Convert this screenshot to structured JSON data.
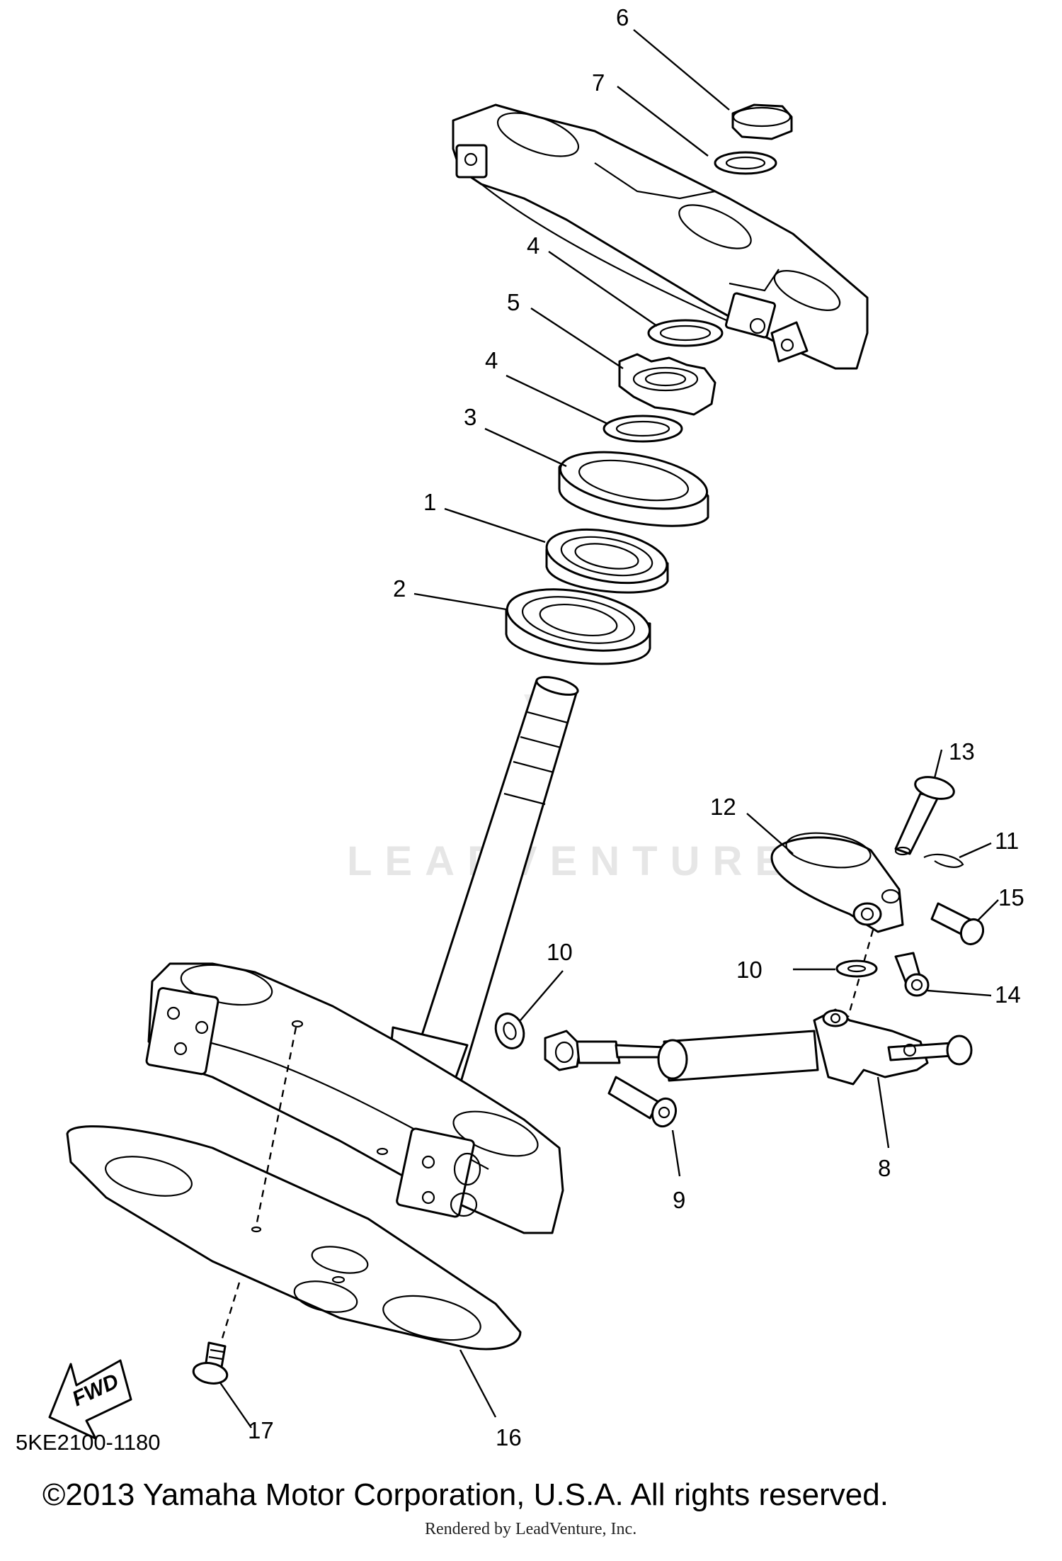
{
  "watermark": "LEADVENTURE",
  "fwd_label": "FWD",
  "callouts": [
    {
      "id": "c6",
      "label": "6"
    },
    {
      "id": "c7",
      "label": "7"
    },
    {
      "id": "c4a",
      "label": "4"
    },
    {
      "id": "c5",
      "label": "5"
    },
    {
      "id": "c4b",
      "label": "4"
    },
    {
      "id": "c3",
      "label": "3"
    },
    {
      "id": "c1",
      "label": "1"
    },
    {
      "id": "c2",
      "label": "2"
    },
    {
      "id": "c13",
      "label": "13"
    },
    {
      "id": "c12",
      "label": "12"
    },
    {
      "id": "c11",
      "label": "11"
    },
    {
      "id": "c15",
      "label": "15"
    },
    {
      "id": "c10a",
      "label": "10"
    },
    {
      "id": "c10b",
      "label": "10"
    },
    {
      "id": "c14",
      "label": "14"
    },
    {
      "id": "c8",
      "label": "8"
    },
    {
      "id": "c9",
      "label": "9"
    },
    {
      "id": "c17",
      "label": "17"
    },
    {
      "id": "c16",
      "label": "16"
    }
  ],
  "diagram_code": "5KE2100-1180",
  "copyright": "©2013 Yamaha Motor Corporation, U.S.A. All rights reserved.",
  "rendered_by": "Rendered by LeadVenture, Inc."
}
